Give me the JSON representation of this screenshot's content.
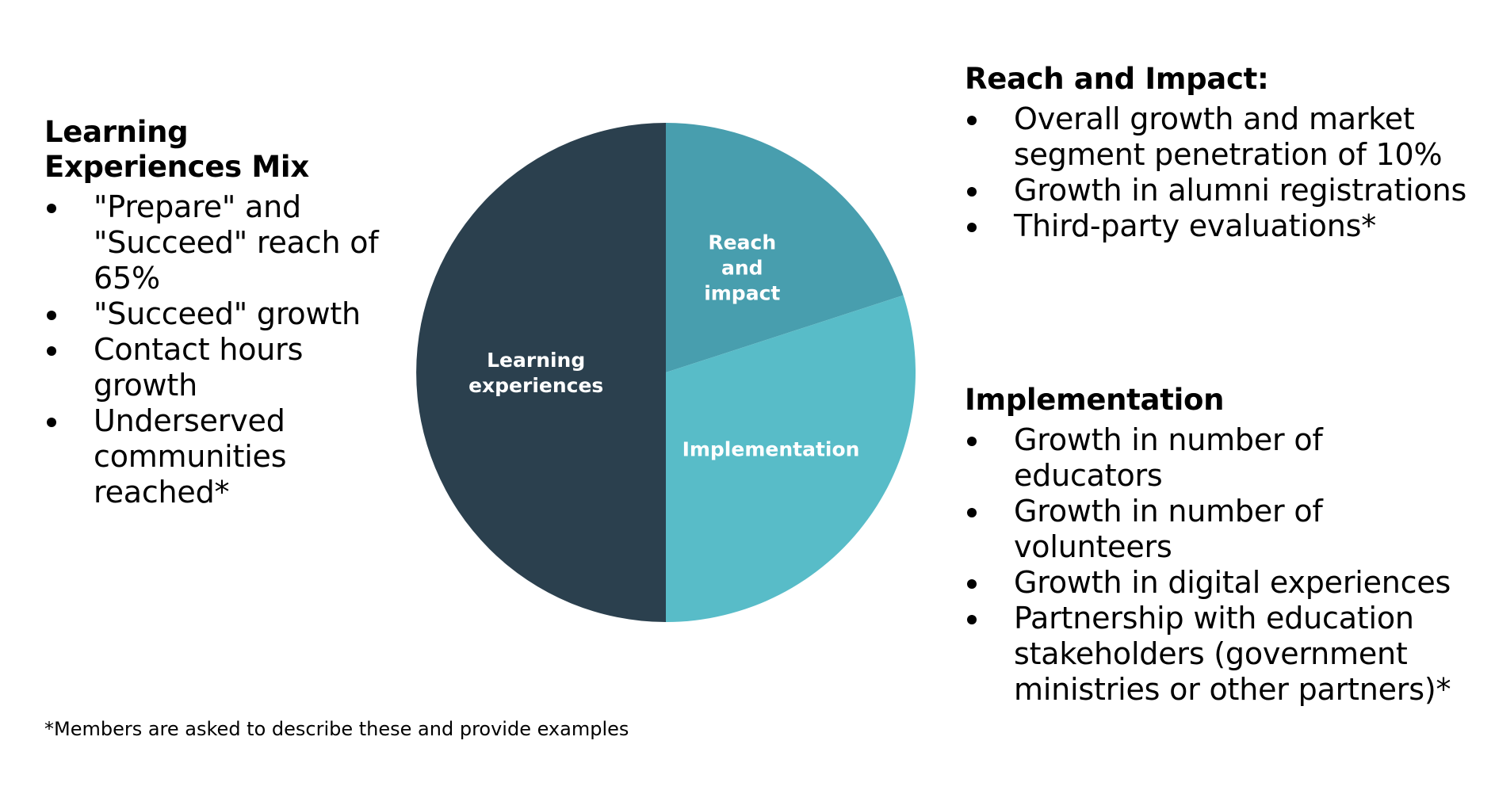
{
  "left_panel": {
    "title": "Learning Experiences Mix",
    "items": [
      "\"Prepare\" and \"Succeed\" reach of 65%",
      "\"Succeed\" growth",
      "Contact hours growth",
      "Underserved communities reached*"
    ]
  },
  "reach_panel": {
    "title": "Reach and Impact:",
    "items": [
      "Overall growth and market segment penetration of 10%",
      "Growth in alumni registrations",
      "Third-party evaluations*"
    ]
  },
  "impl_panel": {
    "title": "Implementation",
    "items": [
      "Growth in number of educators",
      "Growth in number of volunteers",
      "Growth in digital experiences",
      "Partnership with education stakeholders (government ministries or other partners)*"
    ]
  },
  "footnote": "*Members are asked to describe these and provide examples",
  "chart_data": {
    "type": "pie",
    "slices": [
      {
        "label_lines": [
          "Reach",
          "and",
          "impact"
        ],
        "value": 20,
        "color": "#489eae"
      },
      {
        "label_lines": [
          "Implementation"
        ],
        "value": 30,
        "color": "#58bcc8"
      },
      {
        "label_lines": [
          "Learning",
          "experiences"
        ],
        "value": 50,
        "color": "#2b404e"
      }
    ],
    "start": "12 o'clock",
    "direction": "clockwise"
  }
}
